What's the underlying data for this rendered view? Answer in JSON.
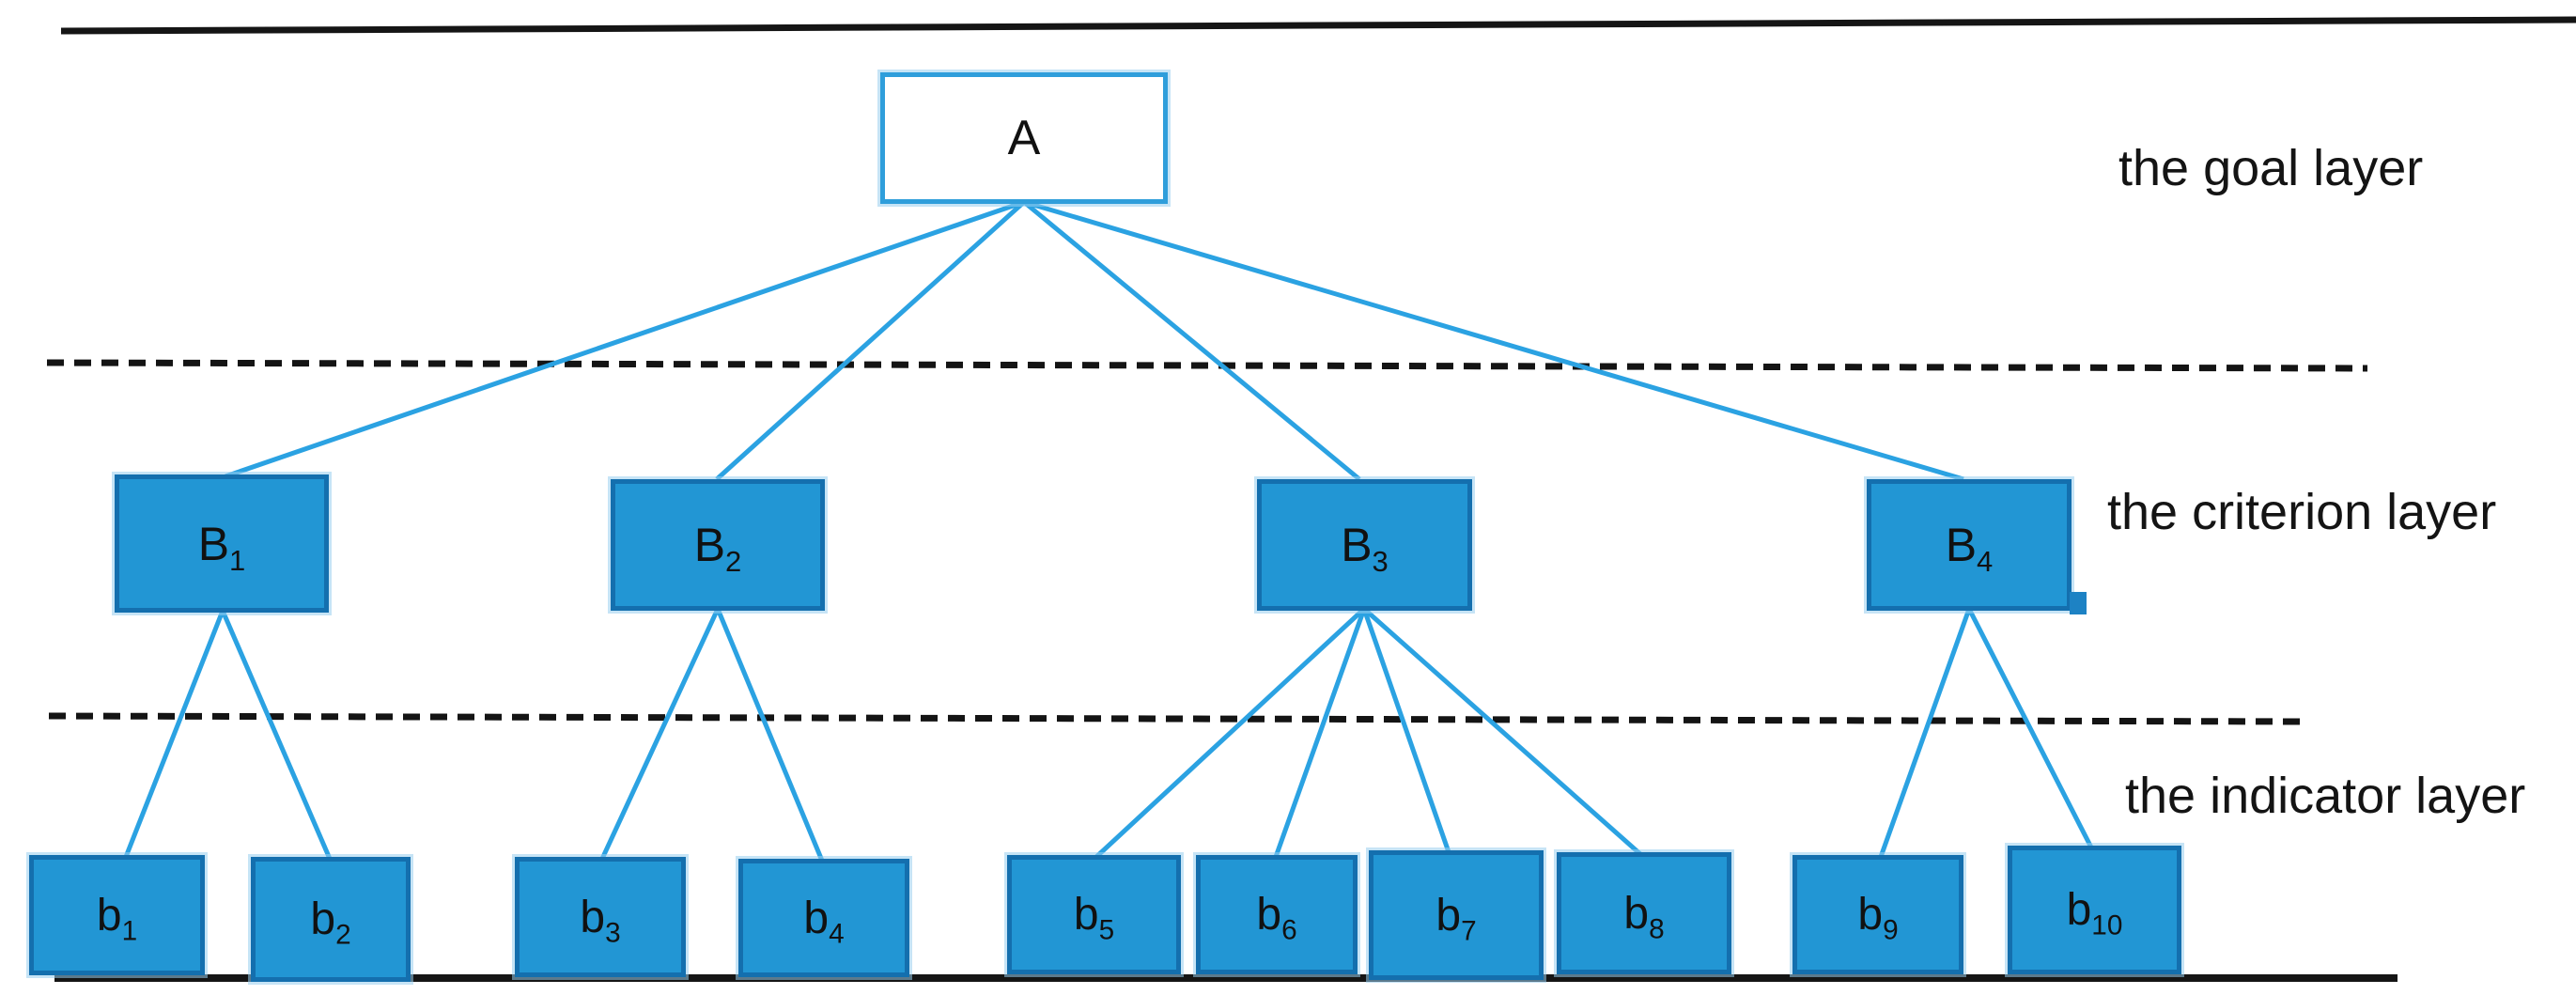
{
  "diagram": {
    "title": "",
    "colors": {
      "node_fill": "#2296d4",
      "node_border": "#146fae",
      "goal_fill": "#ffffff",
      "goal_border": "#2f9edb",
      "connector": "#2ba2e2",
      "layer_line": "#141414",
      "text": "#111111"
    },
    "layer_labels": {
      "goal": "the goal layer",
      "criterion": "the criterion layer",
      "indicator": "the indicator layer"
    },
    "goal_node": {
      "id": "A",
      "base": "A",
      "sub": ""
    },
    "criterion_nodes": [
      {
        "id": "B1",
        "base": "B",
        "sub": "1"
      },
      {
        "id": "B2",
        "base": "B",
        "sub": "2"
      },
      {
        "id": "B3",
        "base": "B",
        "sub": "3"
      },
      {
        "id": "B4",
        "base": "B",
        "sub": "4"
      }
    ],
    "indicator_nodes": [
      {
        "id": "b1",
        "base": "b",
        "sub": "1"
      },
      {
        "id": "b2",
        "base": "b",
        "sub": "2"
      },
      {
        "id": "b3",
        "base": "b",
        "sub": "3"
      },
      {
        "id": "b4",
        "base": "b",
        "sub": "4"
      },
      {
        "id": "b5",
        "base": "b",
        "sub": "5"
      },
      {
        "id": "b6",
        "base": "b",
        "sub": "6"
      },
      {
        "id": "b7",
        "base": "b",
        "sub": "7"
      },
      {
        "id": "b8",
        "base": "b",
        "sub": "8"
      },
      {
        "id": "b9",
        "base": "b",
        "sub": "9"
      },
      {
        "id": "b10",
        "base": "b",
        "sub": "10"
      }
    ],
    "edges": [
      {
        "from": "A",
        "to": [
          "B1",
          "B2",
          "B3",
          "B4"
        ]
      },
      {
        "from": "B1",
        "to": [
          "b1",
          "b2"
        ]
      },
      {
        "from": "B2",
        "to": [
          "b3",
          "b4"
        ]
      },
      {
        "from": "B3",
        "to": [
          "b5",
          "b6",
          "b7",
          "b8"
        ]
      },
      {
        "from": "B4",
        "to": [
          "b9",
          "b10"
        ]
      }
    ]
  }
}
